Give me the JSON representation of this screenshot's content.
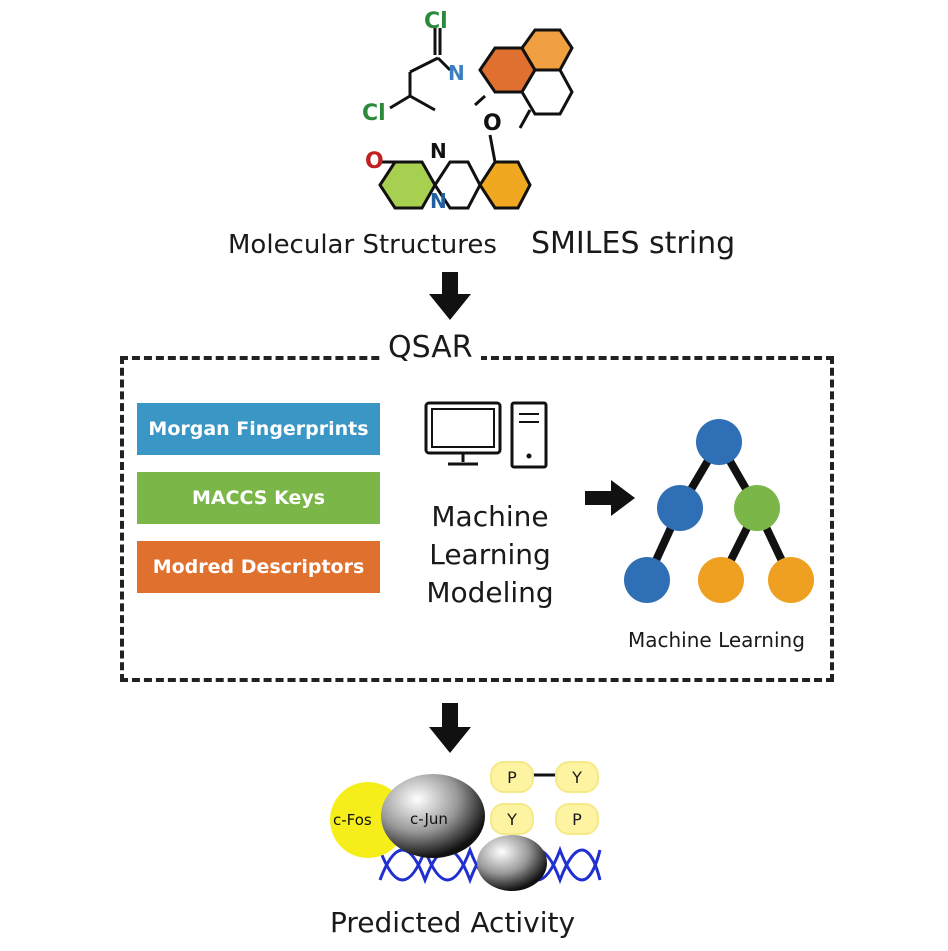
{
  "molecule_section": {
    "atoms_top": [
      "Cl",
      "N",
      "Cl"
    ],
    "atoms_bottom": [
      "O",
      "N",
      "N",
      "O"
    ],
    "label_left": "Molecular Structures",
    "label_right": "SMILES string"
  },
  "qsar": {
    "title": "QSAR",
    "features": [
      {
        "label": "Morgan Fingerprints",
        "color": "#3a96c4"
      },
      {
        "label": "MACCS Keys",
        "color": "#7ab648"
      },
      {
        "label": "Modred Descriptors",
        "color": "#e0702e"
      }
    ],
    "modeling_label_lines": [
      "Machine",
      "Learning",
      "Modeling"
    ],
    "tree_label": "Machine Learning",
    "tree_colors": {
      "blue": "#2f6fb5",
      "green": "#7ab648",
      "orange": "#f0a020"
    }
  },
  "output": {
    "proteins": [
      "c-Fos",
      "c-Jun"
    ],
    "phospho": [
      "P",
      "Y",
      "Y",
      "P"
    ],
    "label": "Predicted Activity"
  }
}
